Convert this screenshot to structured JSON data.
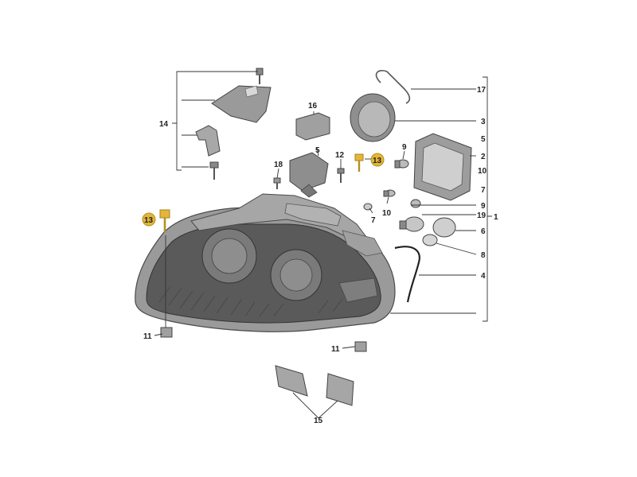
{
  "labels": {
    "l1": "1",
    "l2": "2",
    "l3": "3",
    "l4": "4",
    "l5a": "5",
    "l5b": "5",
    "l6": "6",
    "l7a": "7",
    "l7b": "7",
    "l8": "8",
    "l9a": "9",
    "l9b": "9",
    "l10a": "10",
    "l10b": "10",
    "l11a": "11",
    "l11b": "11",
    "l12": "12",
    "l13a": "13",
    "l13b": "13",
    "l14": "14",
    "l15": "15",
    "l16": "16",
    "l17": "17",
    "l18": "18",
    "l19": "19"
  },
  "colors": {
    "highlight": "#e3b63a",
    "housing": "#8d8d8d",
    "lens": "#6f6f6f",
    "line": "#333333"
  }
}
